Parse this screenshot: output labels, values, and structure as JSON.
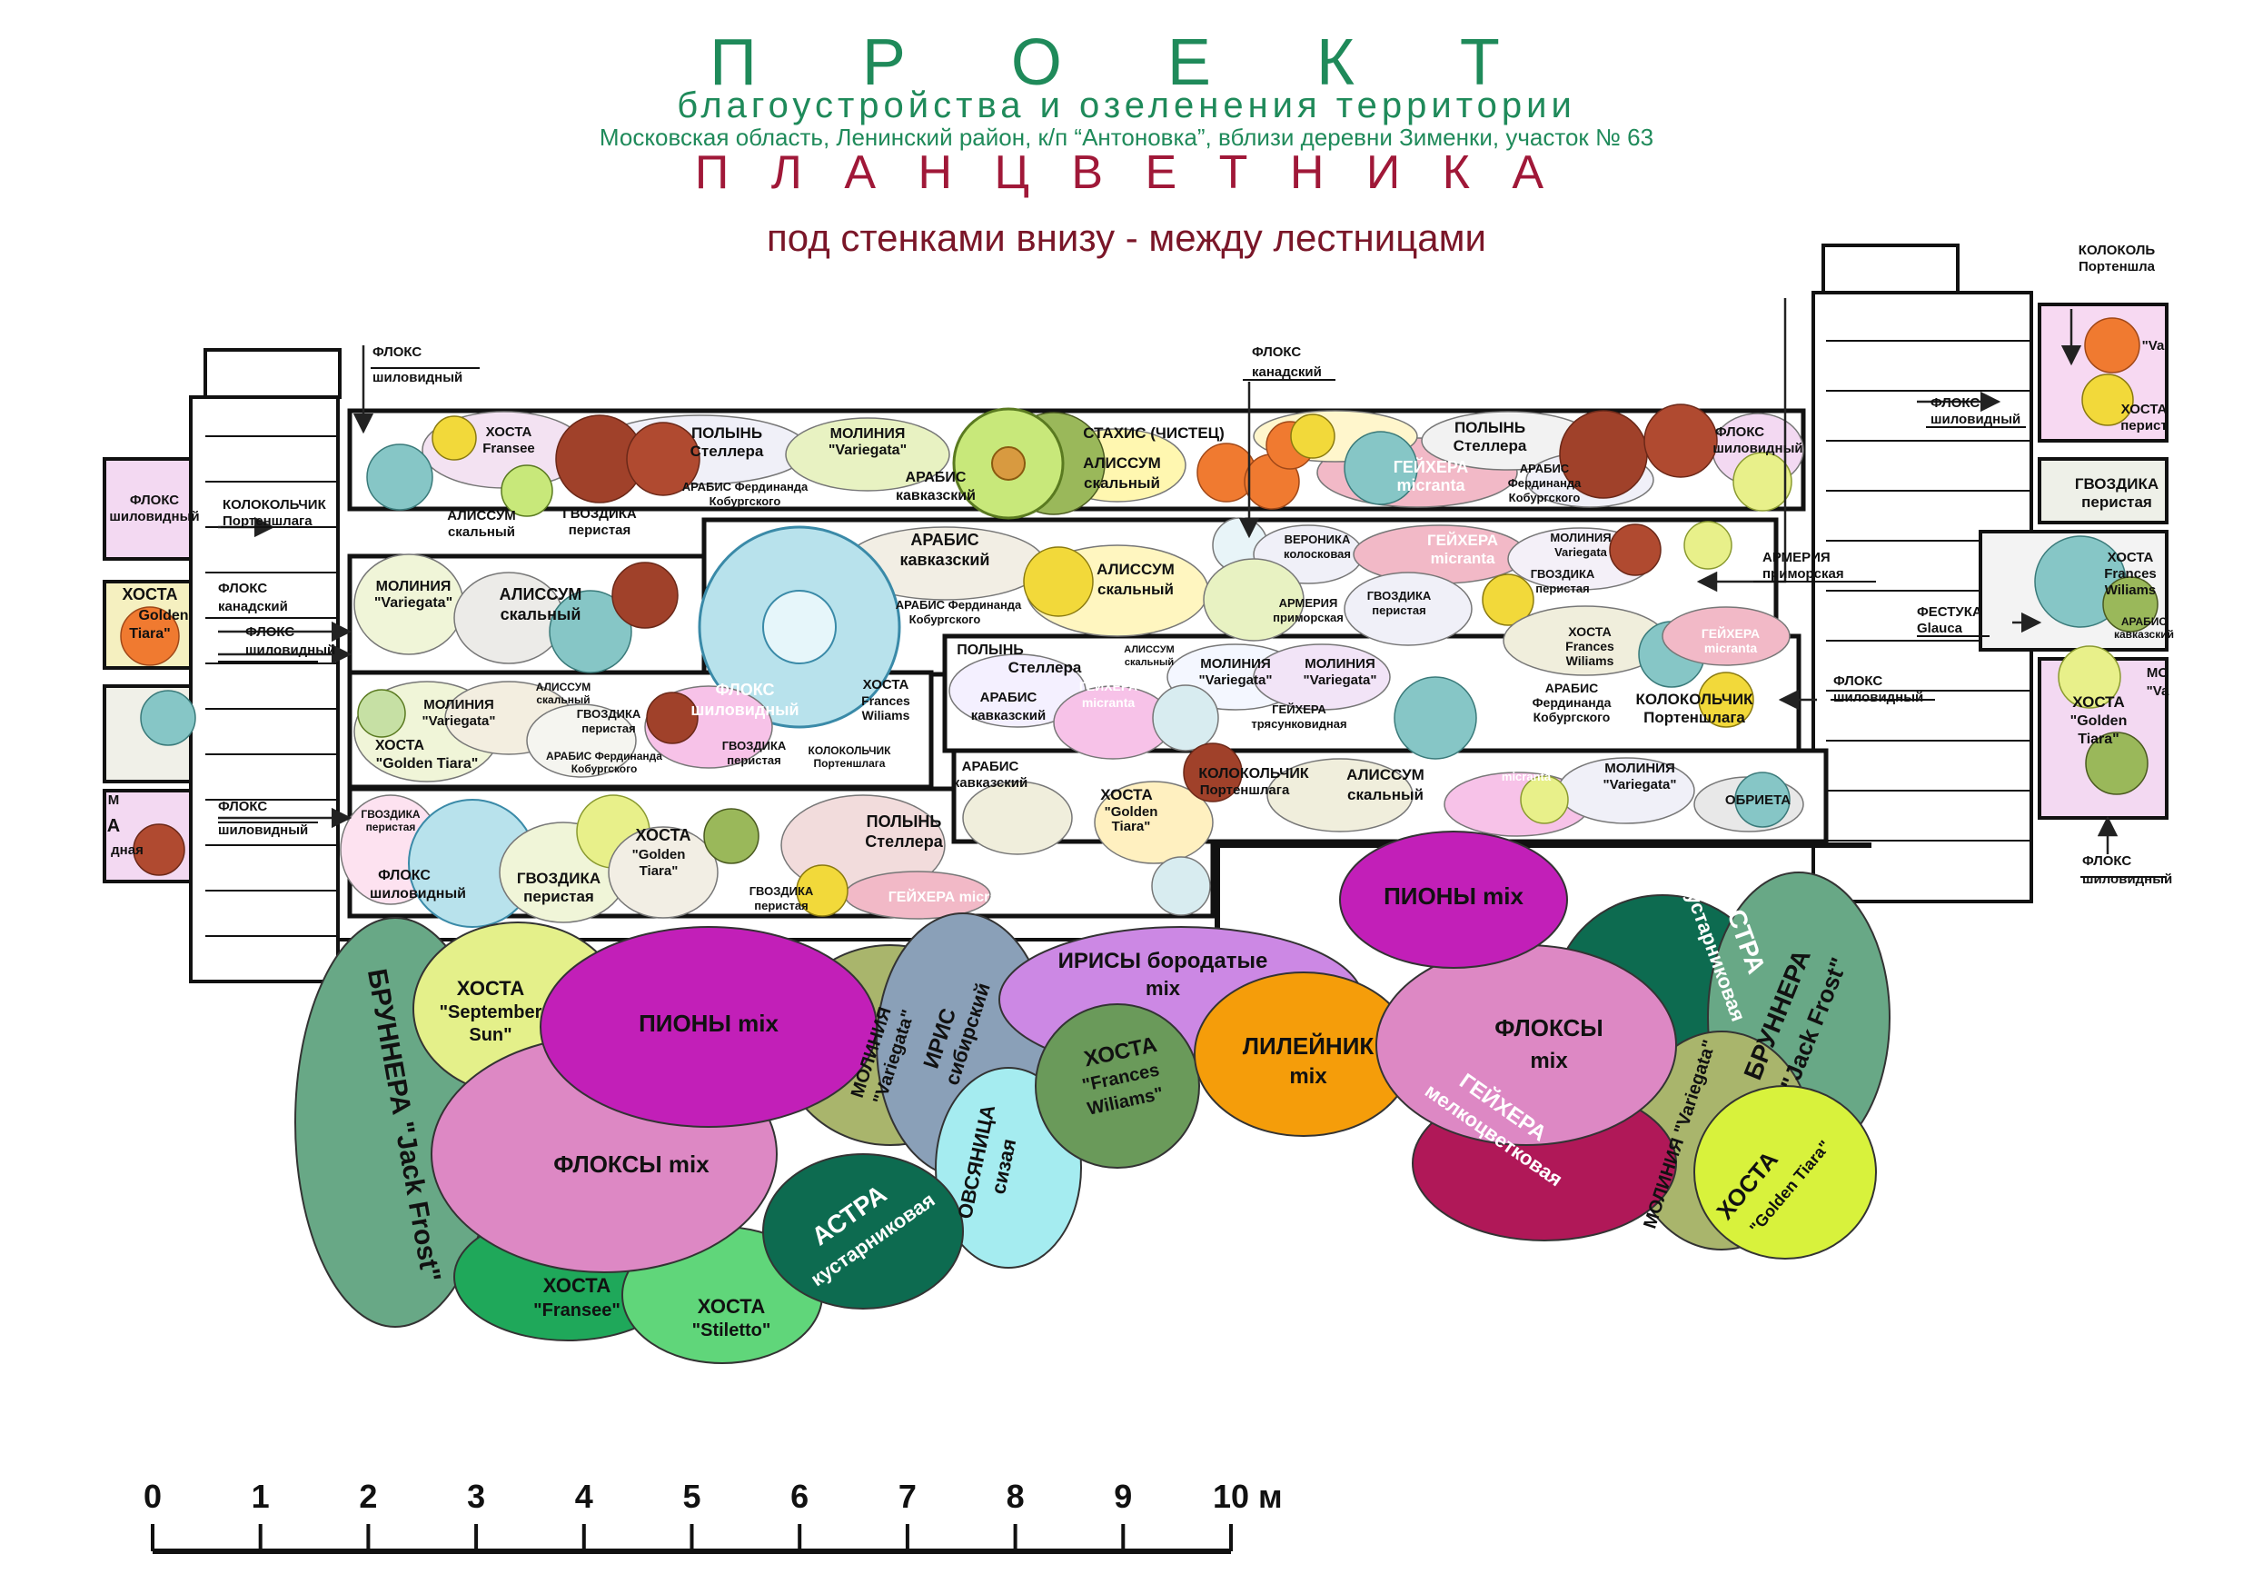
{
  "title": {
    "proekt": "П Р О Е К Т",
    "subtitle": "благоустройства и озеленения территории",
    "address": "Московская область, Ленинский район, к/п “Антоновка”, вблизи деревни Зименки, участок № 63",
    "plan": "П Л А Н   Ц В Е Т Н И К А",
    "place": "под стенками внизу - между лестницами"
  },
  "colors": {
    "title_green": "#1f8a5a",
    "title_red": "#a01838",
    "pion": "#c21fb8",
    "phlox": "#dd88c4",
    "iris": "#cc88e4",
    "astra": "#0d6b50",
    "brunnera": "#68a886",
    "liliynik": "#f59d0a",
    "geyhera": "#b01858",
    "ovsyanitsa": "#a5ecf0",
    "moliniya": "#a9b56c",
    "hosta_green": "#1fa85a",
    "hosta_light": "#e4f08a",
    "hosta_golden": "#d8f23c"
  },
  "bed_labels": {
    "r1": [
      "ХОСТА",
      "Fransee",
      "АЛИССУМ",
      "скальный",
      "ГВОЗДИКА",
      "перистая",
      "ПОЛЫНЬ",
      "Стеллера",
      "МОЛИНИЯ",
      "\"Variegata\"",
      "АРАБИС Фердинанда",
      "Кобургского",
      "АРАБИС",
      "кавказский",
      "СТАХИС (ЧИСТЕЦ)",
      "АЛИССУМ",
      "скальный",
      "ГЕЙХЕРА",
      "micranta",
      "ПОЛЫНЬ",
      "Стеллера",
      "АРАБИС",
      "Фердинанда",
      "Кобургского",
      "ФЛОКС",
      "шиловидный"
    ],
    "r2": [
      "МОЛИНИЯ",
      "\"Variegata\"",
      "АЛИССУМ",
      "скальный",
      "АРАБИС",
      "кавказский",
      "АРАБИС Фердинанда",
      "Кобургского",
      "АЛИССУМ",
      "скальный",
      "ВЕРОНИКА",
      "колосковая",
      "АРМЕРИЯ",
      "приморская",
      "ГВОЗДИКА",
      "перистая",
      "ГЕЙХЕРА",
      "micranta",
      "МОЛИНИЯ",
      "Variegata",
      "ГВОЗДИКА",
      "перистая"
    ],
    "r3": [
      "МОЛИНИЯ",
      "\"Variegata\"",
      "АЛИССУМ",
      "скальный",
      "ГВОЗДИКА",
      "перистая",
      "ХОСТА",
      "\"Golden Tiara\"",
      "АРАБИС Фердинанда",
      "Кобургского",
      "ФЛОКС",
      "шиловидный",
      "ГВОЗДИКА",
      "перистая",
      "ХОСТА",
      "Frances",
      "Wiliams",
      "КОЛОКОЛЬЧИК",
      "Портеншлага",
      "ПОЛЫНЬ",
      "Стеллера",
      "АРАБИС",
      "кавказский",
      "ГЕЙХЕРА",
      "micranta",
      "АЛИССУМ",
      "скальный",
      "МОЛИНИЯ",
      "\"Variegata\"",
      "МОЛИНИЯ",
      "\"Variegata\"",
      "ГЕЙХЕРА",
      "трясунковидная",
      "ХОСТА",
      "Frances",
      "Wiliams",
      "АРАБИС",
      "Фердинанда",
      "Кобургского",
      "КОЛОКОЛЬЧИК",
      "Портеншлага",
      "ГЕЙХЕРА",
      "micranta"
    ],
    "r4": [
      "ГВОЗДИКА",
      "перистая",
      "ФЛОКС",
      "шиловидный",
      "ГВОЗДИКА",
      "перистая",
      "ХОСТА",
      "\"Golden",
      "Tiara\"",
      "ГВОЗДИКА",
      "перистая",
      "ПОЛЫНЬ",
      "Стеллера",
      "ГЕЙХЕРА micranta",
      "АРАБИС",
      "кавказский",
      "ХОСТА",
      "\"Golden",
      "Tiara\"",
      "КОЛОКОЛЬЧИК",
      "Портеншлага",
      "АЛИССУМ",
      "скальный",
      "ГЕЙХЕРА",
      "micranta",
      "МОЛИНИЯ",
      "\"Variegata\"",
      "ОБРИЕТА"
    ]
  },
  "side_labels": {
    "left": [
      "ФЛОКС",
      "шиловидный",
      "ХОСТА",
      "Golden",
      "Tiara\"",
      "М",
      "А",
      "дная"
    ],
    "right": [
      "КОЛОКОЛЬ",
      "Портеншла",
      "\"Va",
      "ХОСТА",
      "перист",
      "ГВОЗДИКА",
      "перистая",
      "ХОСТА",
      "Frances",
      "Wiliams",
      "АРАБИС",
      "кавказский",
      "ХОСТА",
      "\"Golden",
      "Tiara\"",
      "МО",
      "\"Va"
    ]
  },
  "callouts": {
    "c1": [
      "ФЛОКС",
      "шиловидный"
    ],
    "c2": [
      "КОЛОКОЛЬЧИК",
      "Портеншлага"
    ],
    "c3": [
      "ФЛОКС",
      "канадский"
    ],
    "c4": [
      "ФЛОКС",
      "шиловидный"
    ],
    "c5": [
      "ФЛОКС",
      "шиловидный"
    ],
    "c6": [
      "ФЛОКС",
      "канадский"
    ],
    "c7": [
      "ФЛОКС",
      "шиловидный"
    ],
    "c8": [
      "АРМЕРИЯ",
      "приморская"
    ],
    "c9": [
      "ФЕСТУКА",
      "Glauca"
    ],
    "c10": [
      "ФЛОКС",
      "шиловидный"
    ],
    "c11": [
      "ФЛОКС",
      "шиловидный"
    ]
  },
  "flowerbed": {
    "brunnera_l": "БРУННЕРА \"Jack Frost\"",
    "hosta_ss": [
      "ХОСТА",
      "\"September",
      "Sun\""
    ],
    "pion_l": "ПИОНЫ mix",
    "phlox_l": "ФЛОКСЫ mix",
    "moliniya_l": [
      "МОЛИНИЯ",
      "\"Variegata\""
    ],
    "iris_sib": [
      "ИРИС",
      "сибирский"
    ],
    "ovsyanitsa": [
      "ОВСЯНИЦА",
      "сизая"
    ],
    "astra_l": [
      "АСТРА",
      "кустарниковая"
    ],
    "hosta_fransee": [
      "ХОСТА",
      "\"Fransee\""
    ],
    "hosta_stiletto": [
      "ХОСТА",
      "\"Stiletto\""
    ],
    "irisy": [
      "ИРИСЫ бородатые",
      "mix"
    ],
    "hosta_fw": [
      "ХОСТА",
      "\"Frances",
      "Wiliams\""
    ],
    "liliynik": [
      "ЛИЛЕЙНИК",
      "mix"
    ],
    "pion_r": "ПИОНЫ mix",
    "phlox_r": [
      "ФЛОКСЫ",
      "mix"
    ],
    "geyhera": [
      "ГЕЙХЕРА",
      "мелкоцветковая"
    ],
    "astra_r": [
      "АСТРА",
      "кустарниковая"
    ],
    "moliniya_r": "МОЛИНИЯ \"Variegata\"",
    "brunnera_r": [
      "БРУННЕРА",
      "\"Jack Frost\""
    ],
    "hosta_gt": [
      "ХОСТА",
      "\"Golden Tiara\""
    ]
  },
  "scale": {
    "ticks": [
      "0",
      "1",
      "2",
      "3",
      "4",
      "5",
      "6",
      "7",
      "8",
      "9",
      "10"
    ],
    "unit": "м"
  }
}
